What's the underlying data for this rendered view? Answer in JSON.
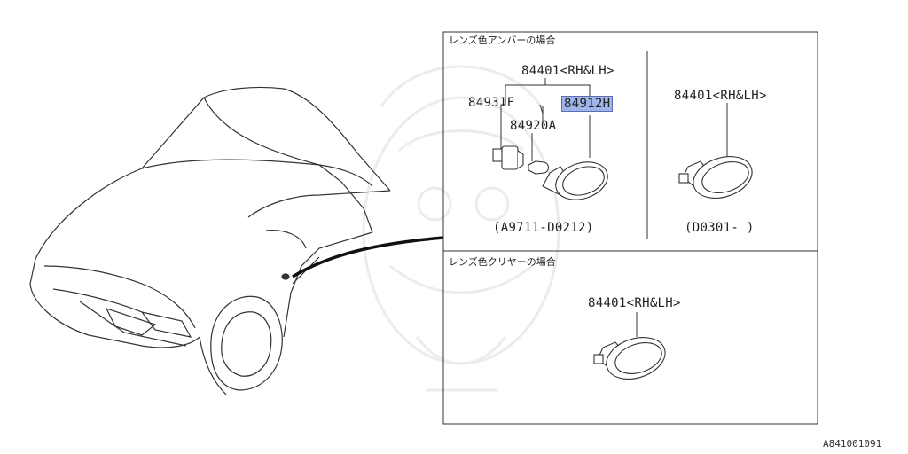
{
  "colors": {
    "highlight": "#9fb4e6",
    "line": "#222222",
    "watermark": "#efefef"
  },
  "panel_amber": {
    "title": "レンズ色アンバーの場合",
    "assembly_label": "84401<RH&LH>",
    "socket_label": "84931F",
    "lens_label": "84912H",
    "bulb_label": "84920A",
    "serial_range": "(A9711-D0212)"
  },
  "panel_amber_new": {
    "assembly_label": "84401<RH&LH>",
    "serial_range": "(D0301-  )"
  },
  "panel_clear": {
    "title": "レンズ色クリヤーの場合",
    "assembly_label": "84401<RH&LH>"
  },
  "figure_id": "A841001091"
}
